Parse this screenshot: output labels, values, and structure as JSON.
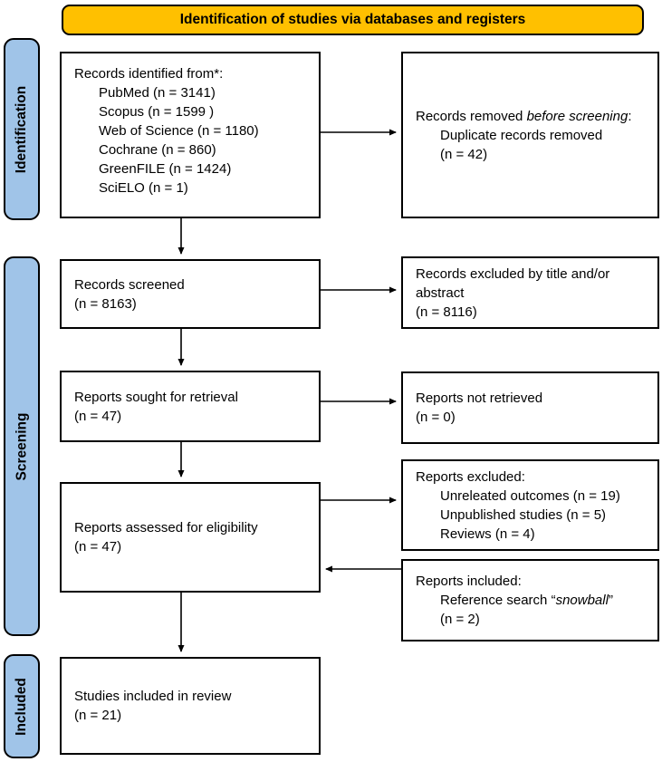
{
  "banner": {
    "title": "Identification of studies via databases and registers"
  },
  "stages": {
    "identification": "Identification",
    "screening": "Screening",
    "included": "Included"
  },
  "boxes": {
    "records_identified": {
      "title": "Records identified from*:",
      "items": [
        "PubMed (n = 3141)",
        "Scopus (n = 1599 )",
        "Web of Science (n = 1180)",
        "Cochrane (n = 860)",
        "GreenFILE (n = 1424)",
        "SciELO (n = 1)"
      ]
    },
    "records_removed": {
      "prefix": "Records removed ",
      "italic": "before screening",
      "suffix": ":",
      "item": "Duplicate records removed",
      "count": "(n = 42)"
    },
    "records_screened": {
      "line1": "Records screened",
      "line2": "(n = 8163)"
    },
    "records_excluded": {
      "line1": "Records excluded by title and/or abstract",
      "line2": "(n = 8116)"
    },
    "reports_sought": {
      "line1": "Reports sought for retrieval",
      "line2": "(n = 47)"
    },
    "reports_not_retrieved": {
      "line1": "Reports not retrieved",
      "line2": "(n = 0)"
    },
    "reports_assessed": {
      "line1": "Reports assessed for eligibility",
      "line2": "(n = 47)"
    },
    "reports_excluded": {
      "title": "Reports excluded:",
      "items": [
        "Unreleated outcomes (n = 19)",
        "Unpublished studies (n = 5)",
        "Reviews (n = 4)"
      ]
    },
    "reports_included": {
      "title": "Reports included:",
      "item_prefix": "Reference search “",
      "item_italic": "snowball",
      "item_suffix": "”",
      "count": "(n = 2)"
    },
    "studies_included": {
      "line1": "Studies included in review",
      "line2": "(n = 21)"
    }
  },
  "colors": {
    "banner_fill": "#FFC000",
    "stage_fill": "#A0C4E8",
    "box_border": "#000000",
    "text": "#000000"
  }
}
